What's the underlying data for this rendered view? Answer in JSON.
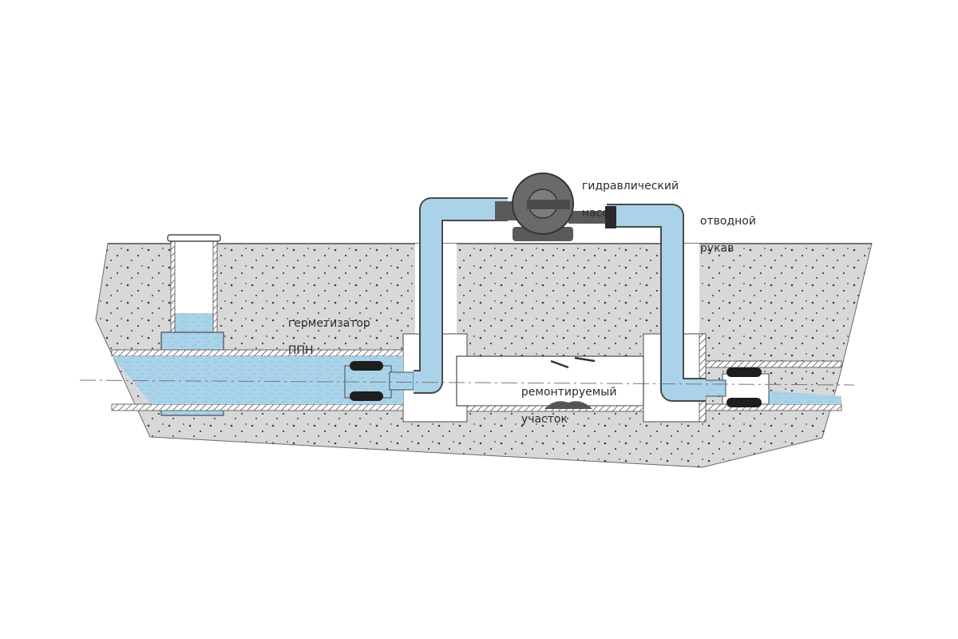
{
  "labels": {
    "pump_line1": "гидравлический",
    "pump_line2": "насос",
    "hose_line1": "отводной",
    "hose_line2": "рукав",
    "sealer_line1": "герметизатор",
    "sealer_line2": "ППН",
    "section_line1": "ремонтируемый",
    "section_line2": "участок"
  },
  "colors": {
    "ground": "#d8d8d8",
    "water": "#aad3ea",
    "pipe": "#ffffff",
    "outline": "#4a4a4a",
    "pump": "#5a5a5a",
    "seal": "#1e1e1e"
  }
}
